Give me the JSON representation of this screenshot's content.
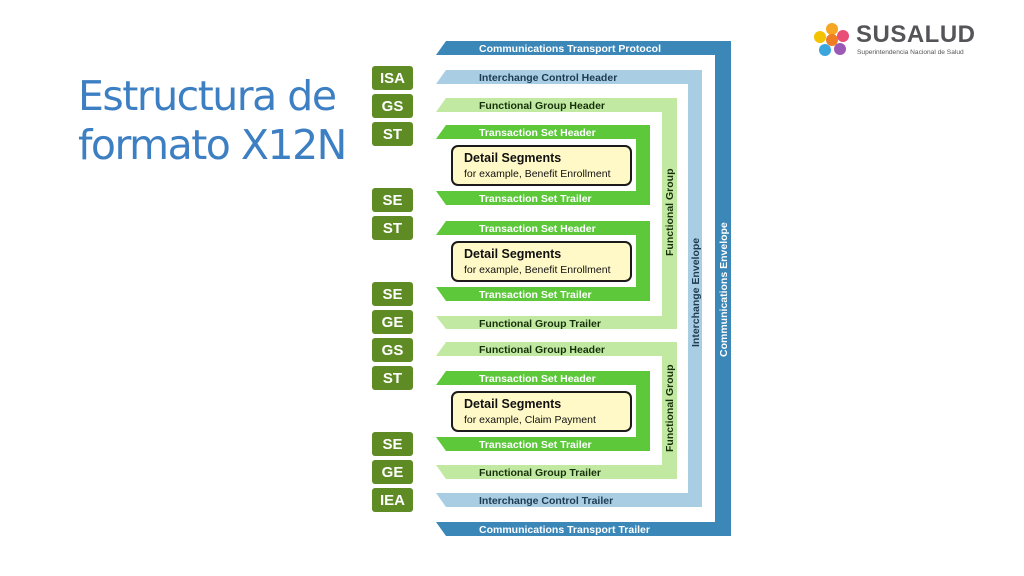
{
  "title_line1": "Estructura de",
  "title_line2": "formato X12N",
  "logo": {
    "name": "SUSALUD",
    "subtitle": "Superintendencia Nacional de Salud"
  },
  "tags": [
    "ISA",
    "GS",
    "ST",
    "SE",
    "ST",
    "SE",
    "GE",
    "GS",
    "ST",
    "SE",
    "GE",
    "IEA"
  ],
  "bars": {
    "comm_header": "Communications Transport Protocol",
    "comm_trailer": "Communications Transport Trailer",
    "interchange_header": "Interchange Control Header",
    "interchange_trailer": "Interchange Control Trailer",
    "fg_header": "Functional Group Header",
    "fg_trailer": "Functional Group Trailer",
    "ts_header": "Transaction Set Header",
    "ts_trailer": "Transaction Set Trailer"
  },
  "envelopes": {
    "communications": "Communications Envelope",
    "interchange": "Interchange Envelope",
    "functional_group": "Functional Group"
  },
  "details": [
    {
      "title": "Detail Segments",
      "subtitle": "for example, Benefit Enrollment"
    },
    {
      "title": "Detail Segments",
      "subtitle": "for example, Benefit Enrollment"
    },
    {
      "title": "Detail Segments",
      "subtitle": "for example, Claim Payment"
    }
  ],
  "colors": {
    "communications": "#3b87b8",
    "interchange": "#a9cde2",
    "functional_group": "#c2e9a2",
    "transaction_set": "#5cc83a",
    "tag": "#5f8b24",
    "title": "#3d7fc3",
    "detail_fill": "#fff9c8"
  }
}
